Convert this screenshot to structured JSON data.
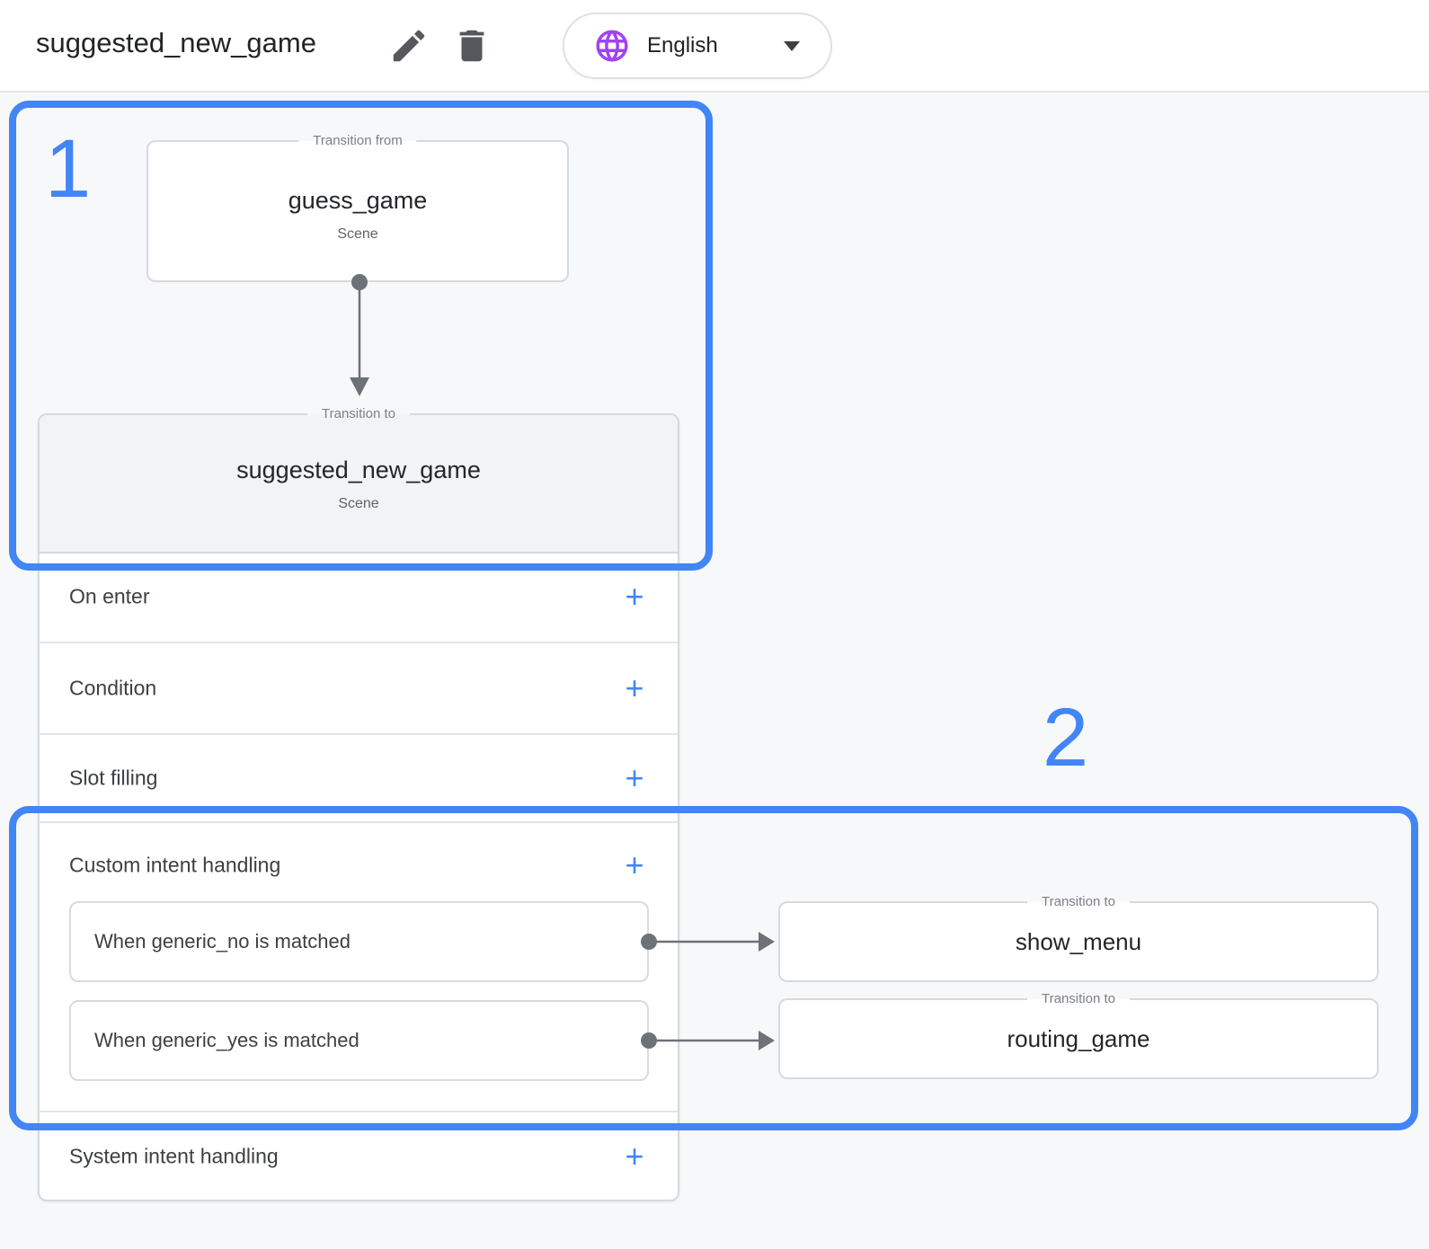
{
  "header": {
    "title": "suggested_new_game",
    "edit_icon": "pencil-icon",
    "delete_icon": "trash-icon",
    "language_selector": {
      "icon": "globe-icon",
      "label": "English"
    }
  },
  "annotations": {
    "step1": "1",
    "step2": "2"
  },
  "flow": {
    "transition_from": {
      "legend": "Transition from",
      "name": "guess_game",
      "type": "Scene"
    },
    "transition_to": {
      "legend": "Transition to",
      "name": "suggested_new_game",
      "type": "Scene"
    }
  },
  "scene": {
    "add_label": "+",
    "sections": [
      {
        "label": "On enter"
      },
      {
        "label": "Condition"
      },
      {
        "label": "Slot filling"
      },
      {
        "label": "Custom intent handling"
      },
      {
        "label": "System intent handling"
      }
    ],
    "custom_intents": [
      {
        "label": "When generic_no is matched",
        "transition": {
          "legend": "Transition to",
          "name": "show_menu"
        }
      },
      {
        "label": "When generic_yes is matched",
        "transition": {
          "legend": "Transition to",
          "name": "routing_game"
        }
      }
    ]
  },
  "colors": {
    "annotation_blue": "#4285f4",
    "language_icon_purple": "#a142f4"
  }
}
